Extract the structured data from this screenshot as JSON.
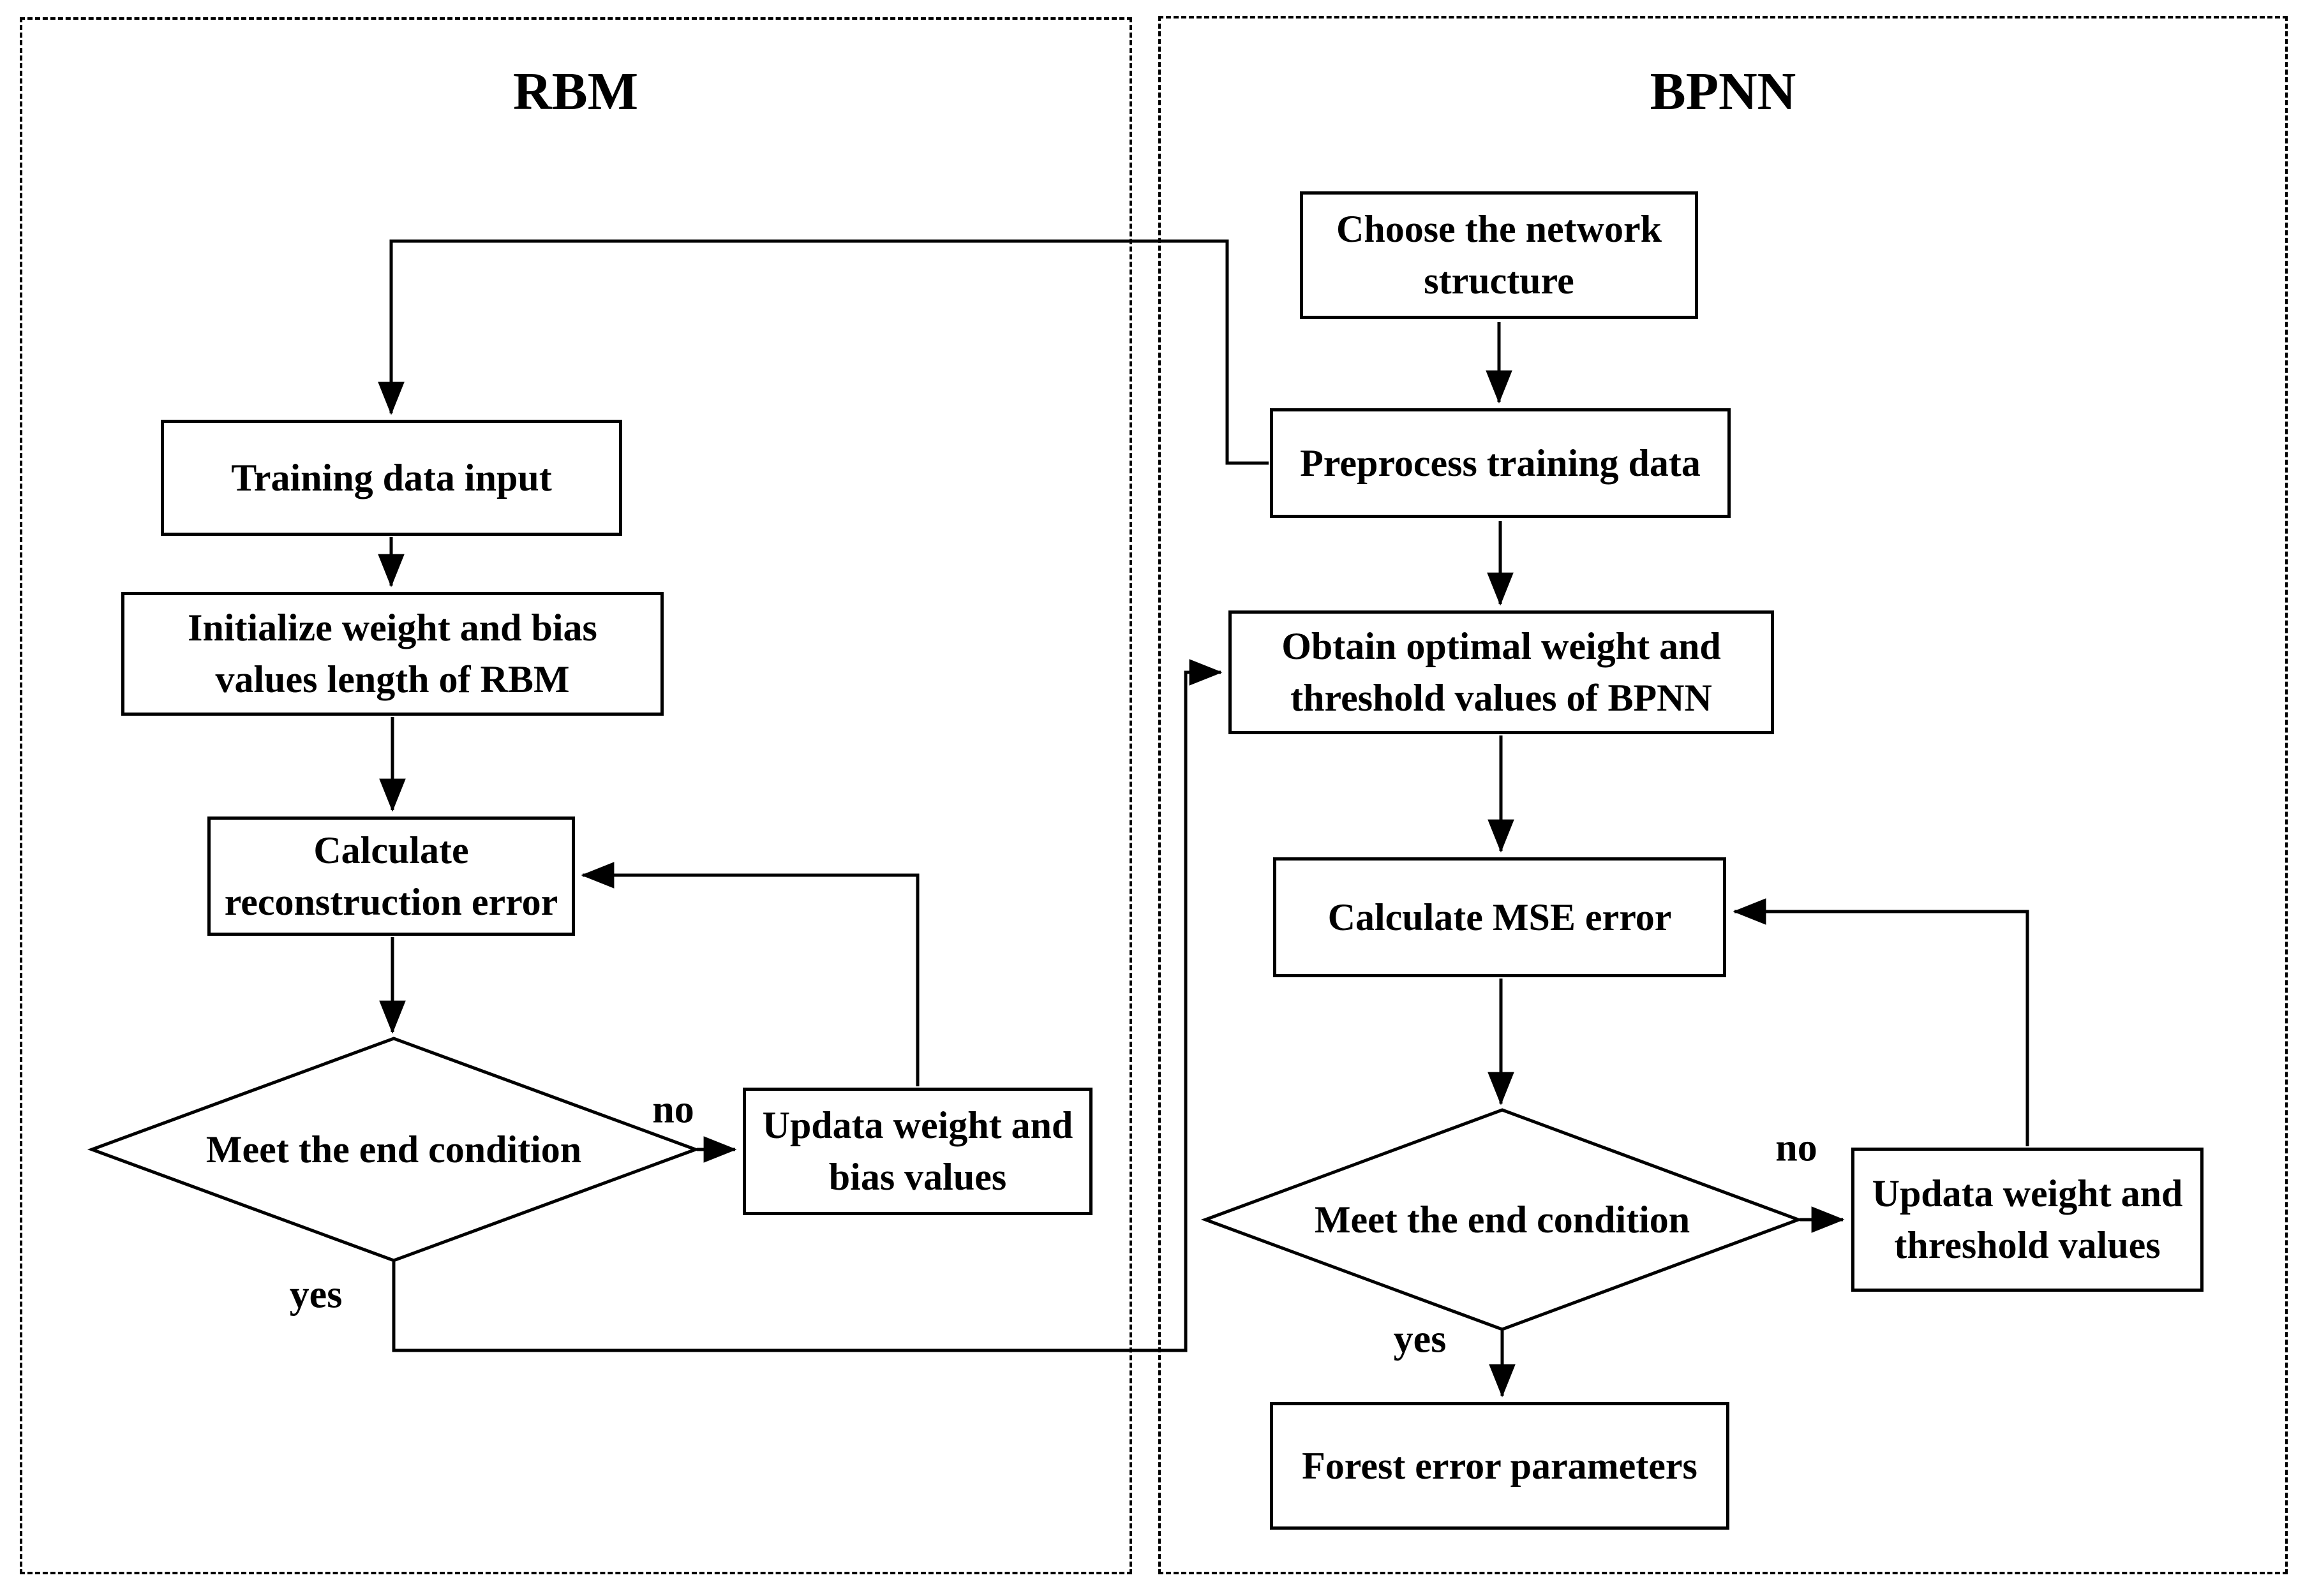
{
  "diagram": {
    "left_panel": {
      "title": "RBM",
      "nodes": {
        "training_input": "Training data input",
        "initialize": "Initialize weight and bias\nvalues length of RBM",
        "calc_recon": "Calculate\nreconstruction error",
        "decision": "Meet the end condition",
        "update": "Updata weight and\nbias  values"
      },
      "labels": {
        "no": "no",
        "yes": "yes"
      }
    },
    "right_panel": {
      "title": "BPNN",
      "nodes": {
        "choose": "Choose the network\nstructure",
        "preprocess": "Preprocess training data",
        "obtain": "Obtain optimal weight and\nthreshold values of BPNN",
        "calc_mse": "Calculate MSE error",
        "decision": "Meet the end condition",
        "update": "Updata weight and\nthreshold values",
        "forest": "Forest error parameters"
      },
      "labels": {
        "no": "no",
        "yes": "yes"
      }
    },
    "colors": {
      "stroke": "#000000",
      "background": "#ffffff",
      "text": "#000000"
    }
  }
}
